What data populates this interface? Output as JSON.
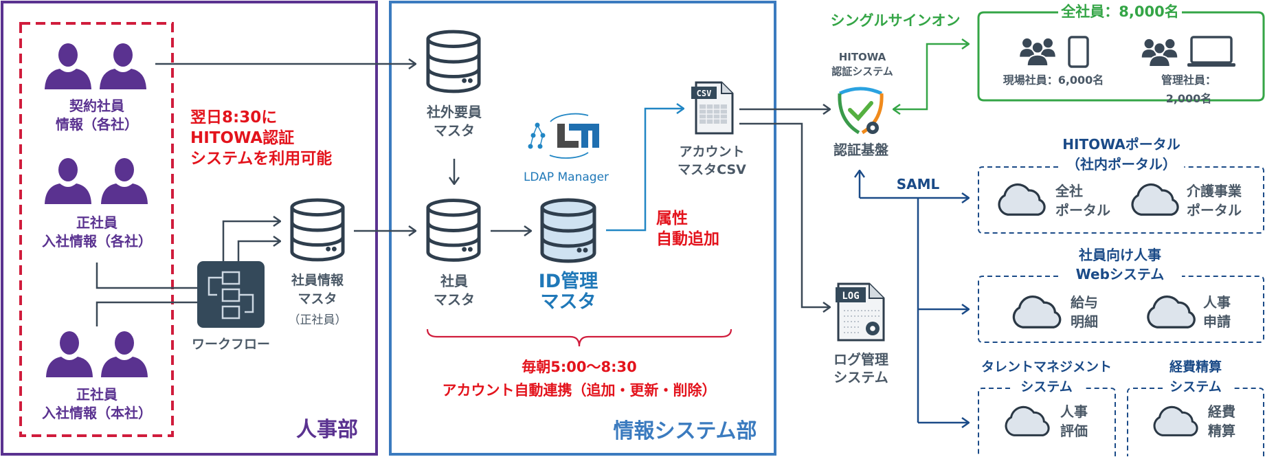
{
  "hr_department": {
    "title": "人事部",
    "groups": [
      {
        "label": "契約社員\n情報（各社）"
      },
      {
        "label": "正社員\n入社情報（各社）"
      },
      {
        "label": "正社員\n入社情報（本社）"
      }
    ],
    "availability_note": "翌日8:30に\nHITOWA認証\nシステムを利用可能",
    "workflow_label": "ワークフロー",
    "employee_info_master": {
      "label": "社員情報\nマスタ",
      "sub": "（正社員）"
    }
  },
  "it_department": {
    "title": "情報システム部",
    "external_staff_master": "社外要員\nマスタ",
    "employee_master": "社員\nマスタ",
    "ldap_manager_logo": "LDAP Manager",
    "id_master": {
      "line1": "ID管理",
      "line2": "マスタ"
    },
    "attribute_note": "属性\n自動追加",
    "csv_icon_text": "CSV",
    "account_master_csv": "アカウント\nマスタCSV",
    "sync_note": {
      "line1": "毎朝5:00〜8:30",
      "line2": "アカウント自動連携（追加・更新・削除）"
    }
  },
  "auth": {
    "sso_label": "シングルサインオン",
    "system_name": "HITOWA\n認証システム",
    "platform_label": "認証基盤",
    "saml_label": "SAML",
    "log_icon_text": "LOG",
    "log_system": "ログ管理\nシステム"
  },
  "all_employees": {
    "title": "全社員：8,000名",
    "field_staff": "現場社員：6,000名",
    "management_staff": "管理社員：2,000名"
  },
  "systems": [
    {
      "title": "HITOWAポータル\n（社内ポータル）",
      "apps": [
        "全社\nポータル",
        "介護事業\nポータル"
      ]
    },
    {
      "title": "社員向け人事\nWebシステム",
      "apps": [
        "給与\n明細",
        "人事\n申請"
      ]
    },
    {
      "title": "タレントマネジメント\nシステム",
      "apps": [
        "人事\n評価"
      ]
    },
    {
      "title": "経費精算\nシステム",
      "apps": [
        "経費\n精算"
      ]
    }
  ],
  "colors": {
    "hr": "#5a3290",
    "it": "#3b7bbf",
    "highlight": "#e3131c",
    "sso": "#34a546",
    "saml": "#1a4a87",
    "line": "#3a4856"
  }
}
